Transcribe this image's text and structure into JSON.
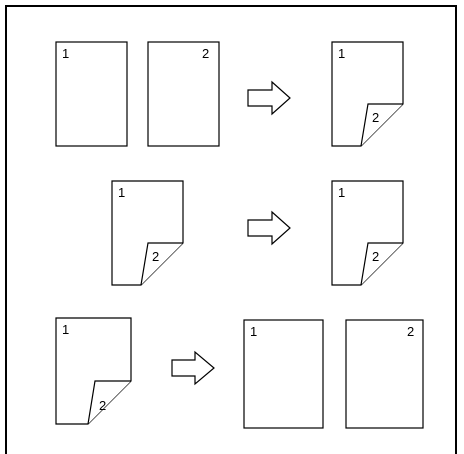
{
  "rows": [
    {
      "input": [
        {
          "kind": "sheet",
          "label": "1"
        },
        {
          "kind": "sheet",
          "label": "2"
        }
      ],
      "output": [
        {
          "kind": "folded",
          "front": "1",
          "back": "2"
        }
      ]
    },
    {
      "input": [
        {
          "kind": "folded",
          "front": "1",
          "back": "2"
        }
      ],
      "output": [
        {
          "kind": "folded",
          "front": "1",
          "back": "2"
        }
      ]
    },
    {
      "input": [
        {
          "kind": "folded",
          "front": "1",
          "back": "2"
        }
      ],
      "output": [
        {
          "kind": "sheet",
          "label": "1"
        },
        {
          "kind": "sheet",
          "label": "2"
        }
      ]
    }
  ]
}
